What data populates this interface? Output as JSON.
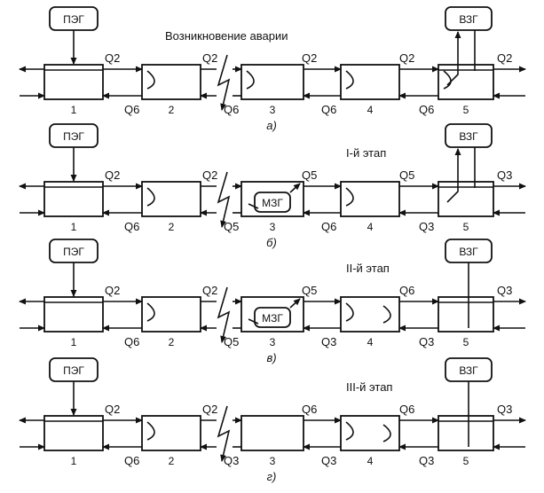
{
  "rows": [
    {
      "title": "Возникновение аварии",
      "caption": "а)",
      "peg": "ПЭГ",
      "vzg": "ВЗГ",
      "mzg": "",
      "nums": [
        "1",
        "2",
        "3",
        "4",
        "5"
      ],
      "top_flows": [
        "Q2",
        "Q2",
        "Q2",
        "Q2",
        "Q2"
      ],
      "bottom_flows": [
        "Q6",
        "Q6",
        "Q6",
        "Q6"
      ]
    },
    {
      "title": "I-й этап",
      "caption": "б)",
      "peg": "ПЭГ",
      "vzg": "ВЗГ",
      "mzg": "МЗГ",
      "nums": [
        "1",
        "2",
        "3",
        "4",
        "5"
      ],
      "top_flows": [
        "Q2",
        "Q2",
        "Q5",
        "Q5",
        "Q3"
      ],
      "bottom_flows": [
        "Q6",
        "Q5",
        "Q6",
        "Q3"
      ]
    },
    {
      "title": "II-й этап",
      "caption": "в)",
      "peg": "ПЭГ",
      "vzg": "ВЗГ",
      "mzg": "МЗГ",
      "nums": [
        "1",
        "2",
        "3",
        "4",
        "5"
      ],
      "top_flows": [
        "Q2",
        "Q2",
        "Q5",
        "Q6",
        "Q3"
      ],
      "bottom_flows": [
        "Q6",
        "Q5",
        "Q3",
        "Q3"
      ]
    },
    {
      "title": "III-й этап",
      "caption": "г)",
      "peg": "ПЭГ",
      "vzg": "ВЗГ",
      "mzg": "",
      "nums": [
        "1",
        "2",
        "3",
        "4",
        "5"
      ],
      "top_flows": [
        "Q2",
        "Q2",
        "Q6",
        "Q6",
        "Q3"
      ],
      "bottom_flows": [
        "Q6",
        "Q3",
        "Q3",
        "Q3"
      ]
    }
  ]
}
